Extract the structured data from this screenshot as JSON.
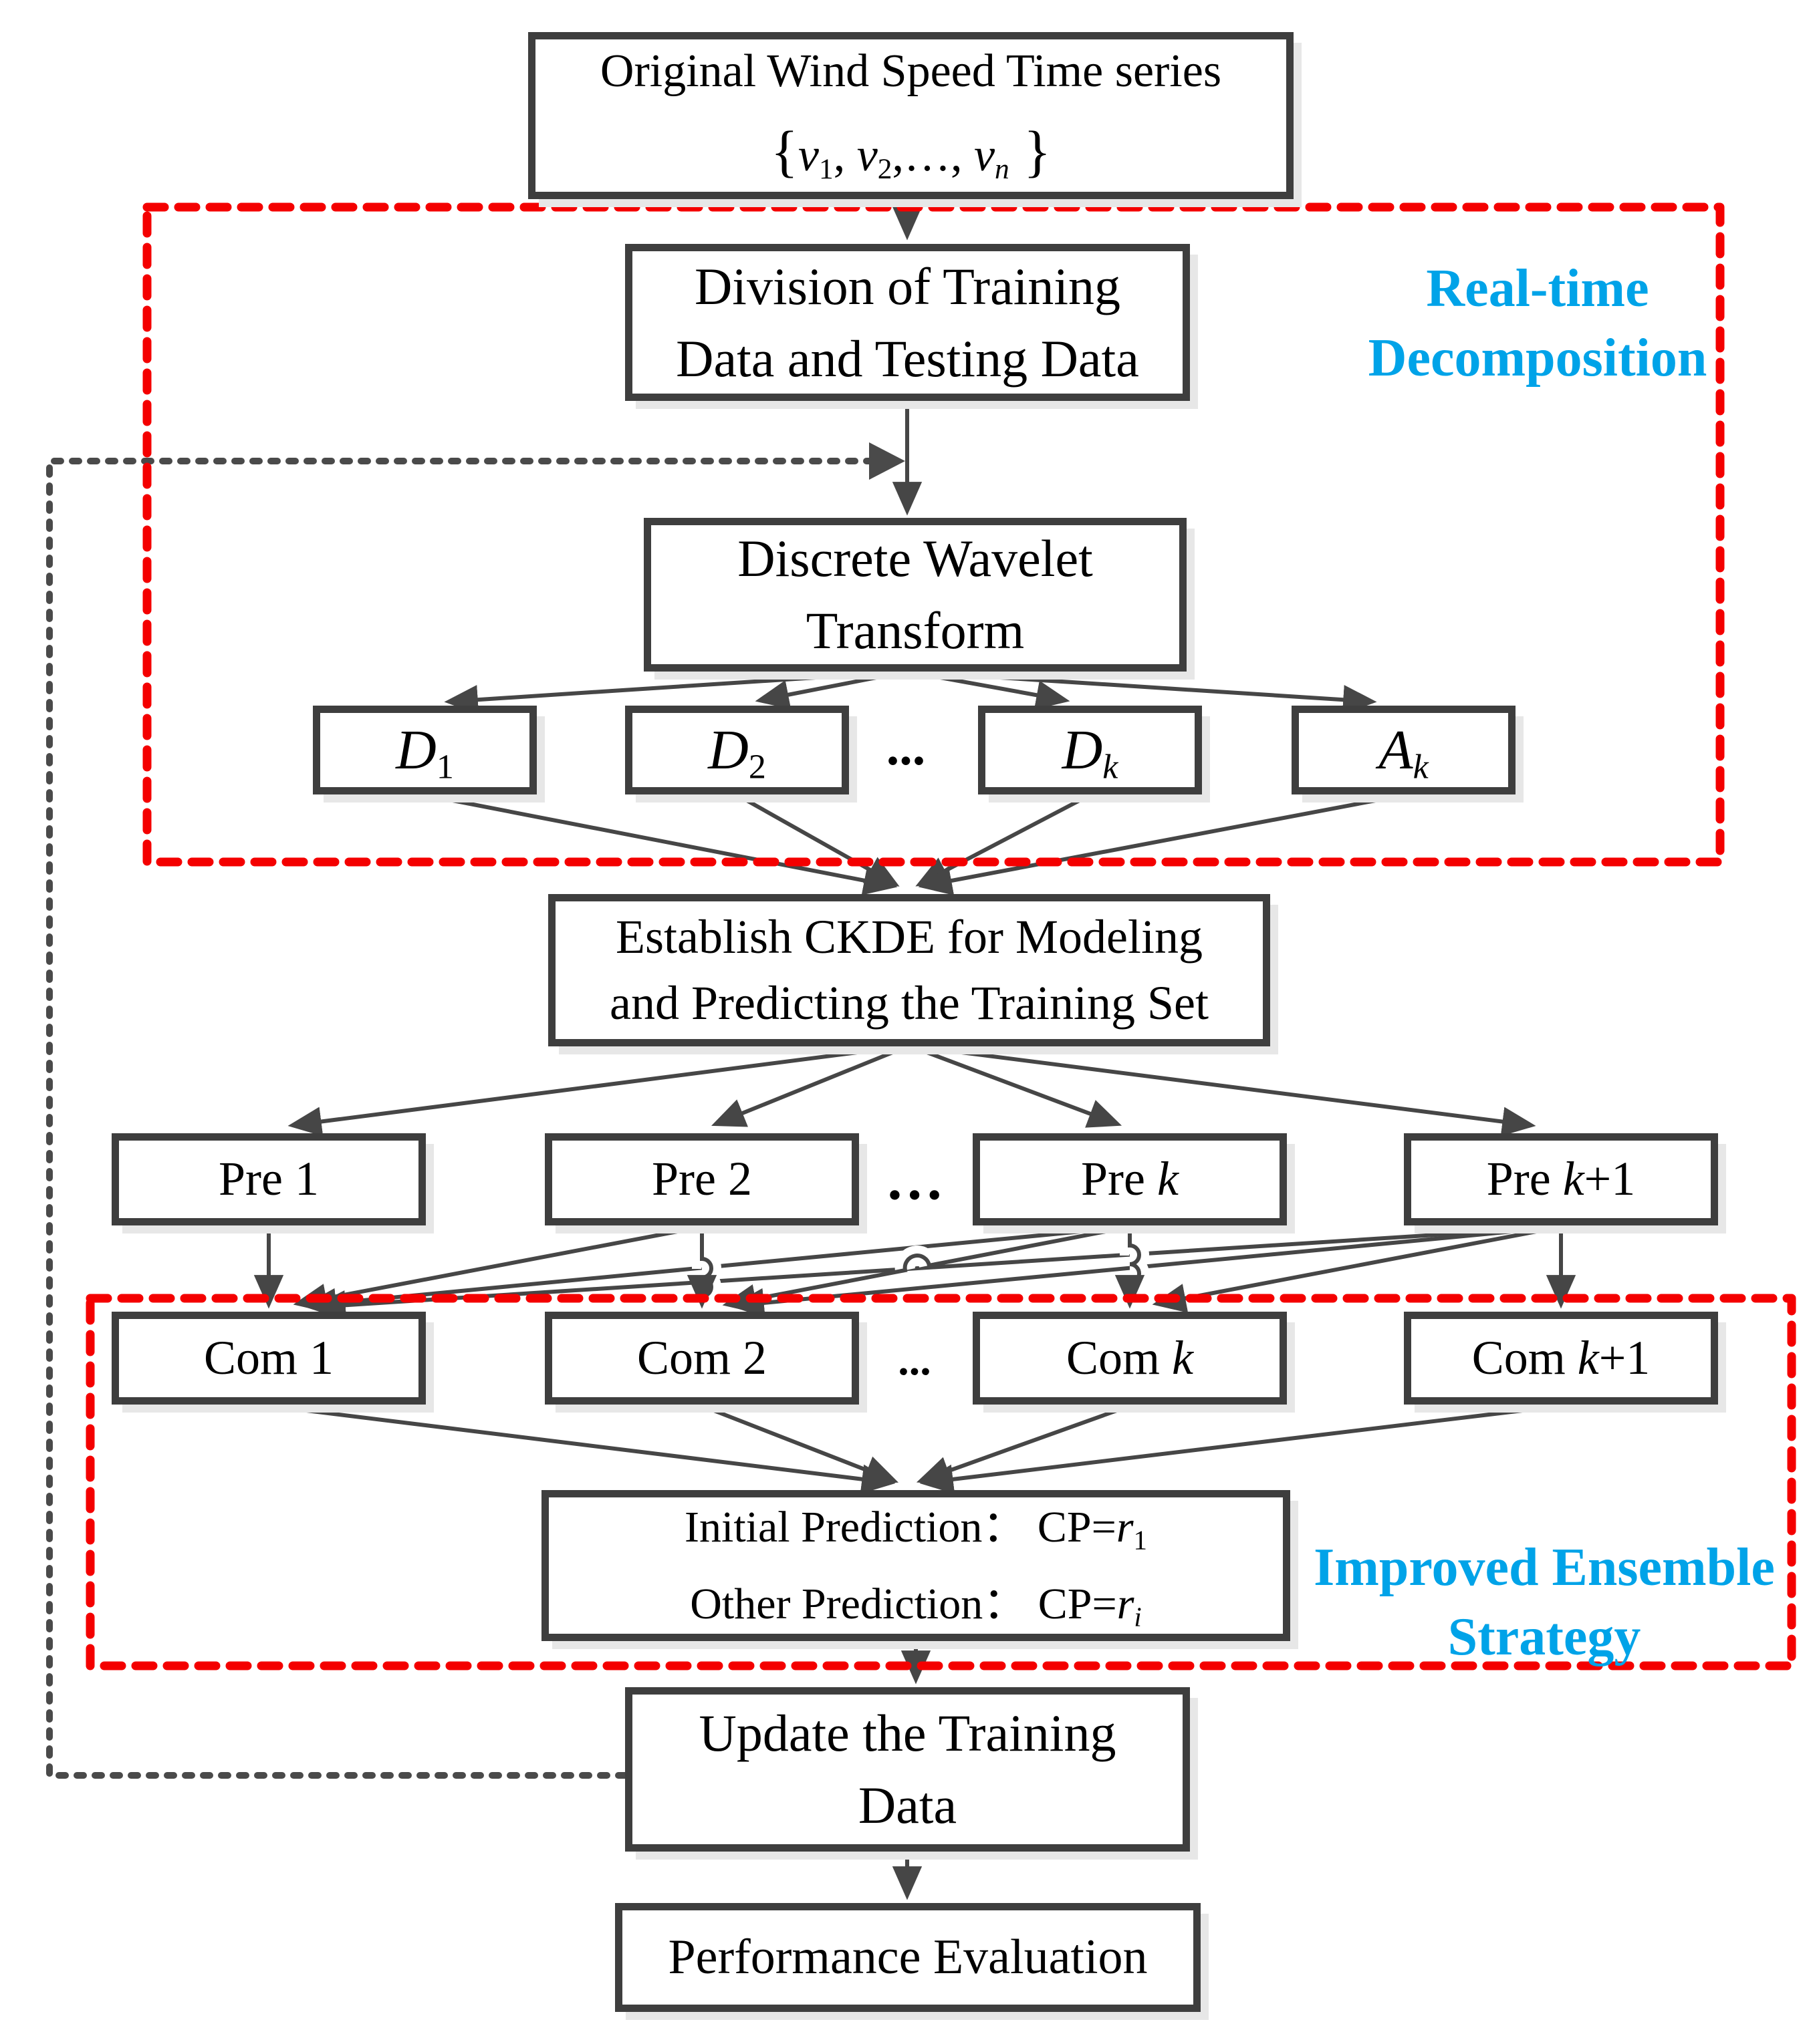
{
  "colors": {
    "box_border_gray": "#3E3E3E",
    "connector_gray": "#464646",
    "feedback_dash_gray": "#4A4A4A",
    "red_dashed_border": "#F40000",
    "cyan_region_label": "#00A3E8",
    "background": "#FFFFFF"
  },
  "flow": {
    "original": {
      "line1": "Original Wind Speed Time series",
      "line2": [
        {
          "t": "{",
          "b": true
        },
        {
          "t": "v",
          "i": true
        },
        {
          "t": "1",
          "s": true
        },
        {
          "t": ", "
        },
        {
          "t": "v",
          "i": true
        },
        {
          "t": "2",
          "s": true
        },
        {
          "t": ",…, "
        },
        {
          "t": "v",
          "i": true
        },
        {
          "t": "n",
          "i": true,
          "s": true
        },
        {
          "t": " }",
          "b": true
        }
      ]
    },
    "division": {
      "line1": "Division of Training",
      "line2": "Data and Testing Data"
    },
    "dwt": {
      "line1": "Discrete Wavelet",
      "line2": "Transform"
    },
    "d_row": {
      "d1": [
        {
          "t": "D",
          "i": true
        },
        {
          "t": "1",
          "s": true
        }
      ],
      "d2": [
        {
          "t": "D",
          "i": true
        },
        {
          "t": "2",
          "s": true
        }
      ],
      "dots": "...",
      "dk": [
        {
          "t": "D",
          "i": true
        },
        {
          "t": "k",
          "i": true,
          "s": true
        }
      ],
      "ak": [
        {
          "t": "A",
          "i": true
        },
        {
          "t": "k",
          "i": true,
          "s": true
        }
      ]
    },
    "establish": {
      "line1": "Establish CKDE for Modeling",
      "line2": "and Predicting the Training Set"
    },
    "pre_row": {
      "pre1": "Pre 1",
      "pre2": "Pre 2",
      "dots": "…",
      "prek": [
        {
          "t": "Pre "
        },
        {
          "t": "k",
          "i": true
        }
      ],
      "prek1": [
        {
          "t": "Pre "
        },
        {
          "t": "k",
          "i": true
        },
        {
          "t": "+1"
        }
      ]
    },
    "com_row": {
      "com1": "Com 1",
      "com2": "Com 2",
      "dots": "...",
      "comk": [
        {
          "t": "Com "
        },
        {
          "t": "k",
          "i": true
        }
      ],
      "comk1": [
        {
          "t": "Com "
        },
        {
          "t": "k",
          "i": true
        },
        {
          "t": "+1"
        }
      ]
    },
    "initial": {
      "line1": [
        {
          "t": "Initial Prediction："
        },
        {
          "t": " CP="
        },
        {
          "t": "r",
          "i": true
        },
        {
          "t": "1",
          "s": true
        }
      ],
      "line2": [
        {
          "t": "Other Prediction："
        },
        {
          "t": " CP="
        },
        {
          "t": "r",
          "i": true
        },
        {
          "t": "i",
          "i": true,
          "s": true
        }
      ]
    },
    "update": {
      "line1": "Update the Training",
      "line2": "Data"
    },
    "performance": {
      "line1": "Performance Evaluation"
    }
  },
  "region_labels": {
    "realtime": {
      "line1": "Real-time",
      "line2": "Decomposition"
    },
    "ensemble": {
      "line1": "Improved Ensemble",
      "line2": "Strategy"
    }
  }
}
